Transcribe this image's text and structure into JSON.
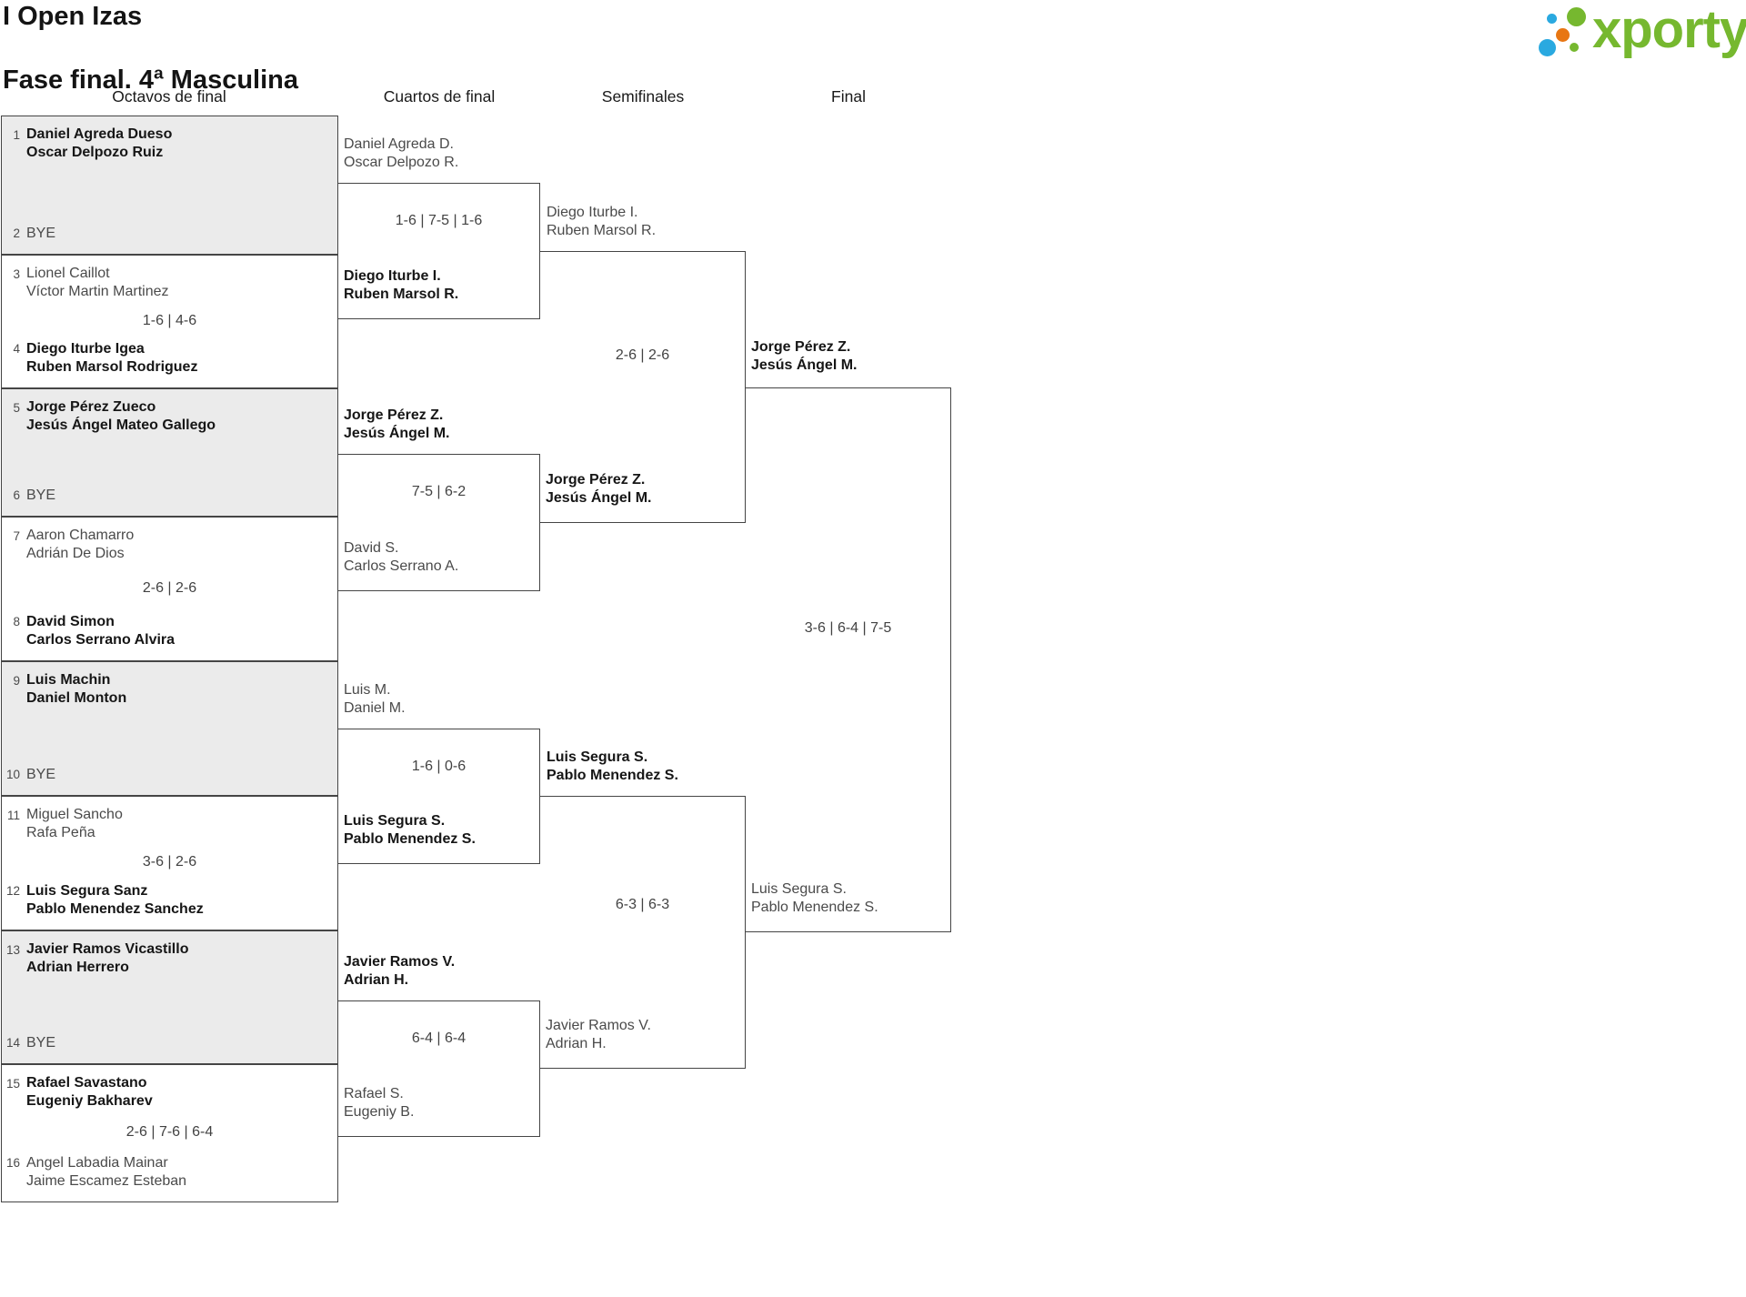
{
  "header": {
    "title": "I Open Izas",
    "subtitle": "Fase final. 4ª Masculina"
  },
  "logo": {
    "wordmark": "xporty",
    "green": "#76b82f",
    "blue": "#2aa9e0",
    "orange": "#e87613"
  },
  "round_headers": [
    "Octavos de final",
    "Cuartos de final",
    "Semifinales",
    "Final"
  ],
  "bye_label": "BYE",
  "r16": [
    {
      "seed_top": "1",
      "team_top": "Daniel Agreda Dueso\nOscar Delpozo Ruiz",
      "seed_bottom": "2",
      "team_bottom": "BYE",
      "winner": "top"
    },
    {
      "seed_top": "3",
      "team_top": "Lionel Caillot\nVíctor Martin Martinez",
      "seed_bottom": "4",
      "team_bottom": "Diego Iturbe Igea\nRuben Marsol Rodriguez",
      "score": "1-6 | 4-6",
      "winner": "bottom"
    },
    {
      "seed_top": "5",
      "team_top": "Jorge Pérez Zueco\nJesús Ángel Mateo Gallego",
      "seed_bottom": "6",
      "team_bottom": "BYE",
      "winner": "top"
    },
    {
      "seed_top": "7",
      "team_top": "Aaron Chamarro\nAdrián De Dios",
      "seed_bottom": "8",
      "team_bottom": "David Simon\nCarlos Serrano Alvira",
      "score": "2-6 | 2-6",
      "winner": "bottom"
    },
    {
      "seed_top": "9",
      "team_top": "Luis Machin\nDaniel Monton",
      "seed_bottom": "10",
      "team_bottom": "BYE",
      "winner": "top"
    },
    {
      "seed_top": "11",
      "team_top": "Miguel Sancho\nRafa Peña",
      "seed_bottom": "12",
      "team_bottom": "Luis Segura Sanz\nPablo Menendez Sanchez",
      "score": "3-6 | 2-6",
      "winner": "bottom"
    },
    {
      "seed_top": "13",
      "team_top": "Javier Ramos Vicastillo\nAdrian Herrero",
      "seed_bottom": "14",
      "team_bottom": "BYE",
      "winner": "top"
    },
    {
      "seed_top": "15",
      "team_top": "Rafael Savastano\nEugeniy Bakharev",
      "seed_bottom": "16",
      "team_bottom": "Angel Labadia Mainar\nJaime Escamez Esteban",
      "score": "2-6 | 7-6 | 6-4",
      "winner": "top"
    }
  ],
  "quarterfinals": [
    {
      "team_top": "Daniel Agreda D.\nOscar Delpozo R.",
      "team_bottom": "Diego Iturbe I.\nRuben Marsol R.",
      "score": "1-6 | 7-5 | 1-6",
      "winner": "bottom"
    },
    {
      "team_top": "Jorge Pérez Z.\nJesús Ángel M.",
      "team_bottom": "David S.\nCarlos Serrano A.",
      "score": "7-5 | 6-2",
      "winner": "top"
    },
    {
      "team_top": "Luis M.\nDaniel M.",
      "team_bottom": "Luis Segura S.\nPablo Menendez S.",
      "score": "1-6 | 0-6",
      "winner": "bottom"
    },
    {
      "team_top": "Javier Ramos V.\nAdrian H.",
      "team_bottom": "Rafael S.\nEugeniy B.",
      "score": "6-4 | 6-4",
      "winner": "top"
    }
  ],
  "semifinals": [
    {
      "team_top": "Diego Iturbe I.\nRuben Marsol R.",
      "team_bottom": "Jorge Pérez Z.\nJesús Ángel M.",
      "score": "2-6 | 2-6",
      "winner": "bottom"
    },
    {
      "team_top": "Luis Segura S.\nPablo Menendez S.",
      "team_bottom": "Javier Ramos V.\nAdrian H.",
      "score": "6-3 | 6-3",
      "winner": "top"
    }
  ],
  "final": {
    "team_top": "Jorge Pérez Z.\nJesús Ángel M.",
    "team_bottom": "Luis Segura S.\nPablo Menendez S.",
    "score": "3-6 | 6-4 | 7-5",
    "winner": "top"
  }
}
